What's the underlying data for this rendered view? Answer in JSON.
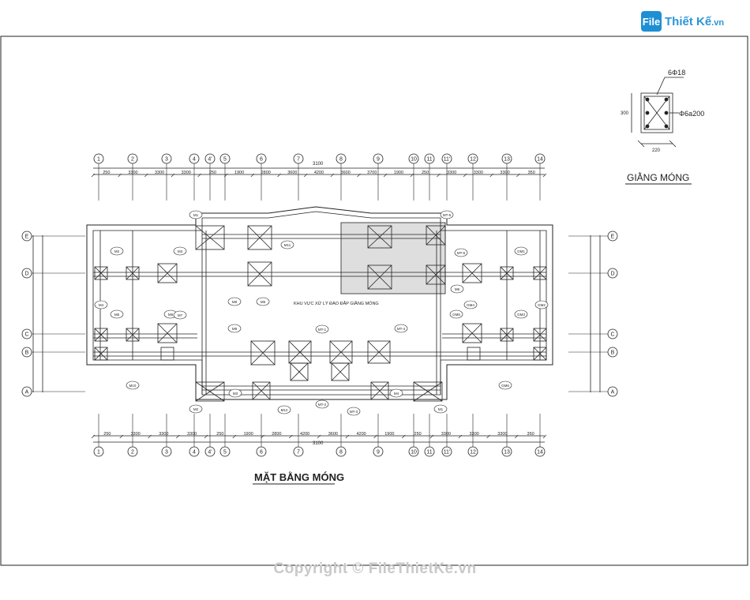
{
  "logo": {
    "badge": "File",
    "text": "Thiết Kế",
    "suffix": ".vn"
  },
  "beam_section": {
    "rebar_top": "6Φ18",
    "stirrup": "Φ6a200",
    "width": "220",
    "height": "300",
    "title": "GIẰNG MÓNG"
  },
  "plan": {
    "title": "MẶT BẰNG MÓNG",
    "top_axes": [
      "1",
      "2",
      "3",
      "4",
      "4'",
      "5",
      "6",
      "7",
      "8",
      "9",
      "10",
      "11",
      "11'",
      "12",
      "13",
      "14"
    ],
    "bottom_axes": [
      "1",
      "2",
      "3",
      "4",
      "4'",
      "5",
      "6",
      "7",
      "8",
      "9",
      "10",
      "11",
      "11'",
      "12",
      "13",
      "14"
    ],
    "side_axes": [
      "E",
      "D",
      "C",
      "B",
      "A"
    ],
    "overall_dim": "3100",
    "top_dims": [
      "250",
      "3300",
      "3300",
      "3300",
      "250",
      "1900",
      "2800",
      "3600",
      "4200",
      "3600",
      "3700",
      "1900",
      "250",
      "3300",
      "3300",
      "3300",
      "350"
    ],
    "bottom_dims": [
      "250",
      "3300",
      "3300",
      "3300",
      "250",
      "1900",
      "2800",
      "4200",
      "3600",
      "4200",
      "1900",
      "250",
      "3300",
      "3300",
      "3300",
      "350"
    ],
    "hatched_note": "KHU VỰC XỬ LÝ ĐÀO ĐẮP GIẰNG MÓNG",
    "foundation_labels": [
      "M1",
      "M2",
      "M3",
      "M4",
      "M5",
      "M6",
      "M7",
      "M8",
      "M9",
      "M10",
      "M11",
      "M12",
      "MT-1",
      "MT-2",
      "MT-3",
      "MT-4",
      "MT-5",
      "MT-6"
    ],
    "beam_labels": [
      "GM1",
      "GM2",
      "GM3",
      "GM4",
      "GM5",
      "GM6"
    ]
  },
  "copyright": "Copyright © FileThietKe.vn"
}
